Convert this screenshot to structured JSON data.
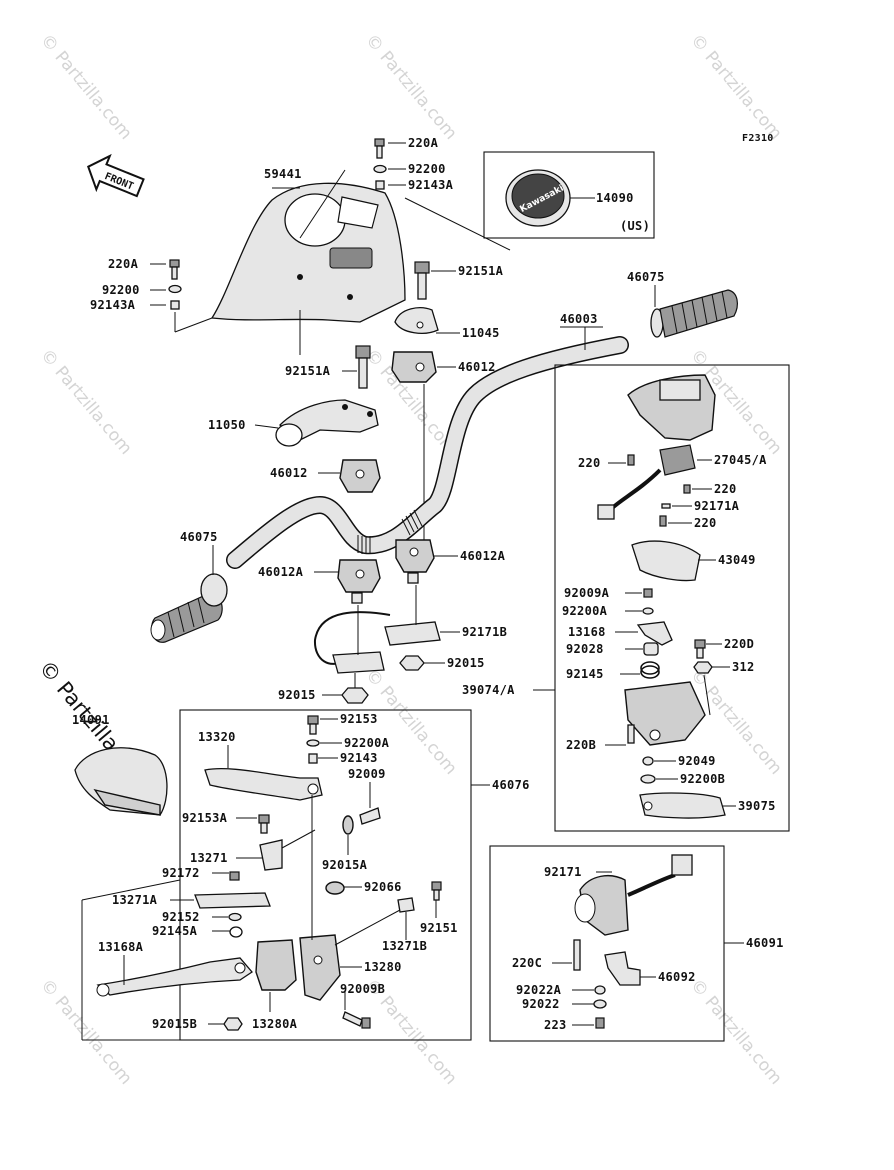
{
  "figure_code": "F2310",
  "front_arrow": "FRONT",
  "region_note": "(US)",
  "badge_text": "Kawasaki",
  "watermark": "© Partzilla.com",
  "labels": {
    "p220A_top": "220A",
    "p92200_top": "92200",
    "p92143A_top": "92143A",
    "p14090": "14090",
    "p59441": "59441",
    "p220A_left": "220A",
    "p92200_left": "92200",
    "p92143A_left": "92143A",
    "p92151A_top": "92151A",
    "p11045": "11045",
    "p46003": "46003",
    "p46075_right": "46075",
    "p92151A_mid": "92151A",
    "p46012_top": "46012",
    "p11050": "11050",
    "p46012_mid": "46012",
    "p46075_left": "46075",
    "p46012A_right": "46012A",
    "p46012A_left": "46012A",
    "p92171B": "92171B",
    "p92015_a": "92015",
    "p92015_b": "92015",
    "p14091": "14091",
    "p92153": "92153",
    "p92200A_lever": "92200A",
    "p13320": "13320",
    "p92143": "92143",
    "p92009": "92009",
    "p46076": "46076",
    "p92153A": "92153A",
    "p13271": "13271",
    "p92015A": "92015A",
    "p92172": "92172",
    "p92066": "92066",
    "p13271A": "13271A",
    "p92152": "92152",
    "p92151": "92151",
    "p92145A": "92145A",
    "p13271B": "13271B",
    "p13168A": "13168A",
    "p13280": "13280",
    "p92009B": "92009B",
    "p92015B": "92015B",
    "p13280A": "13280A",
    "p220_a": "220",
    "p27045": "27045/A",
    "p220_b": "220",
    "p92171A": "92171A",
    "p220_c": "220",
    "p43049": "43049",
    "p92009A": "92009A",
    "p92200A_right": "92200A",
    "p13168": "13168",
    "p220D": "220D",
    "p92028": "92028",
    "p312": "312",
    "p92145": "92145",
    "p39074": "39074/A",
    "p220B": "220B",
    "p92049": "92049",
    "p92200B": "92200B",
    "p39075": "39075",
    "p92171": "92171",
    "p46091": "46091",
    "p220C": "220C",
    "p46092": "46092",
    "p92022A": "92022A",
    "p92022": "92022",
    "p223": "223"
  }
}
